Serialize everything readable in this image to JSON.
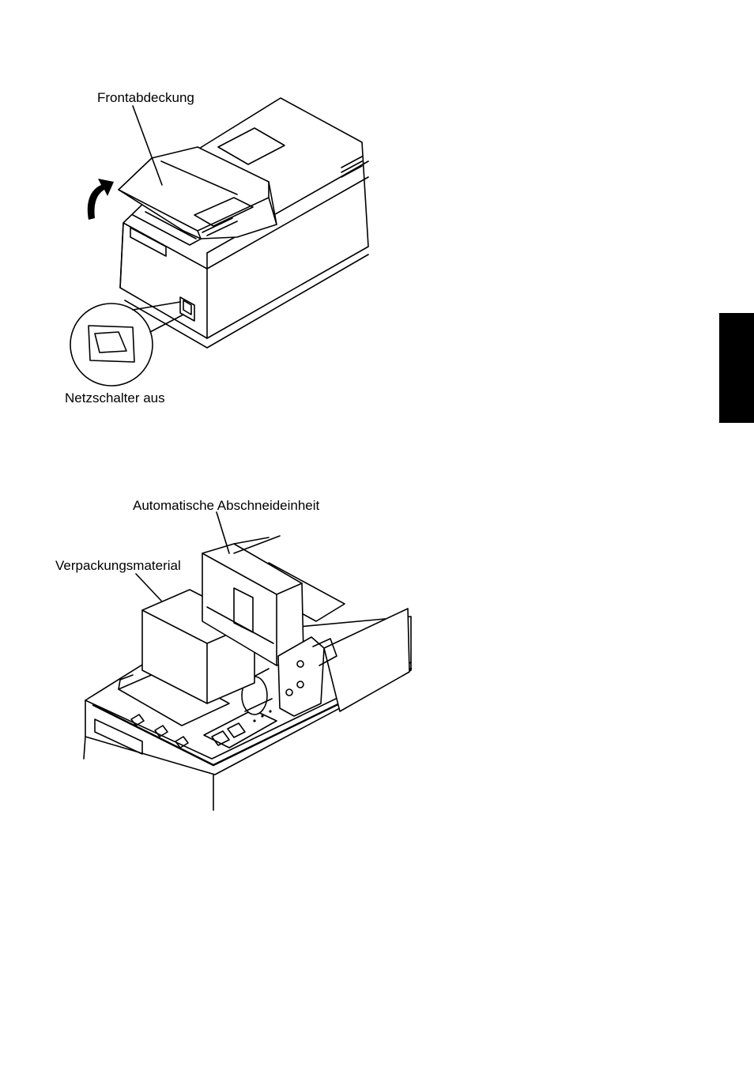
{
  "figure1": {
    "label_front_cover": "Frontabdeckung",
    "label_power_switch": "Netzschalter aus"
  },
  "figure2": {
    "label_auto_cutter": "Automatische Abschneideinheit",
    "label_packing_material": "Verpackungsmaterial"
  }
}
